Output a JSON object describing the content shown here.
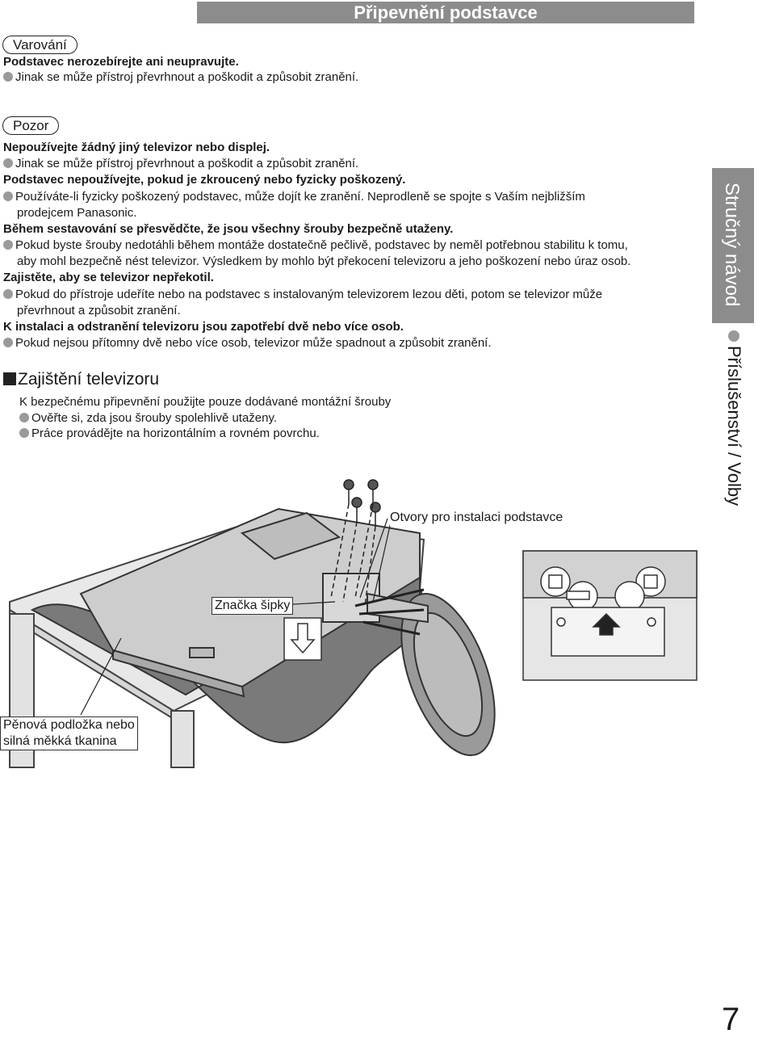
{
  "header": {
    "title": "Připevnění podstavce"
  },
  "warning": {
    "label": "Varování",
    "lines": [
      "Podstavec nerozebírejte ani neupravujte.",
      "Jinak se může přístroj převrhnout a poškodit a způsobit zranění."
    ]
  },
  "caution": {
    "label": "Pozor",
    "lines": [
      "Nepoužívejte žádný jiný televizor nebo displej.",
      "Jinak se může přístroj převrhnout a poškodit a způsobit zranění.",
      "Podstavec nepoužívejte, pokud je zkroucený nebo fyzicky poškozený.",
      "Používáte-li fyzicky poškozený podstavec, může dojít ke zranění. Neprodleně se spojte s Vaším nejbližším",
      "prodejcem Panasonic.",
      "Během sestavování se přesvědčte, že jsou všechny šrouby bezpečně utaženy.",
      "Pokud byste šrouby nedotáhli během montáže dostatečně pečlivě, podstavec by neměl potřebnou stabilitu k tomu,",
      "aby mohl bezpečně nést televizor. Výsledkem by mohlo být překocení televizoru a jeho poškození nebo úraz osob.",
      "Zajistěte, aby se televizor nepřekotil.",
      "Pokud do přístroje udeříte nebo na podstavec s instalovaným televizorem lezou děti, potom se televizor může",
      "převrhnout a způsobit zranění.",
      "K instalaci a odstranění televizoru jsou zapotřebí dvě nebo více osob.",
      "Pokud nejsou přítomny dvě nebo více osob, televizor může spadnout a způsobit zranění."
    ]
  },
  "section": {
    "heading": "Zajištění televizoru",
    "lines": [
      "K bezpečnému připevnění použijte pouze dodávané montážní šrouby",
      "Ověřte si, zda jsou šrouby spolehlivě utaženy.",
      "Práce provádějte na horizontálním a rovném povrchu."
    ]
  },
  "diagram": {
    "callouts": {
      "holes": "Otvory pro instalaci podstavce",
      "arrow_mark": "Značka šipky",
      "pad_line1": "Pěnová podložka nebo",
      "pad_line2": "silná měkká tkanina"
    }
  },
  "sidebar": {
    "tab_label": "Stručný návod",
    "sub_label": "Příslušenství / Volby"
  },
  "page_number": "7"
}
